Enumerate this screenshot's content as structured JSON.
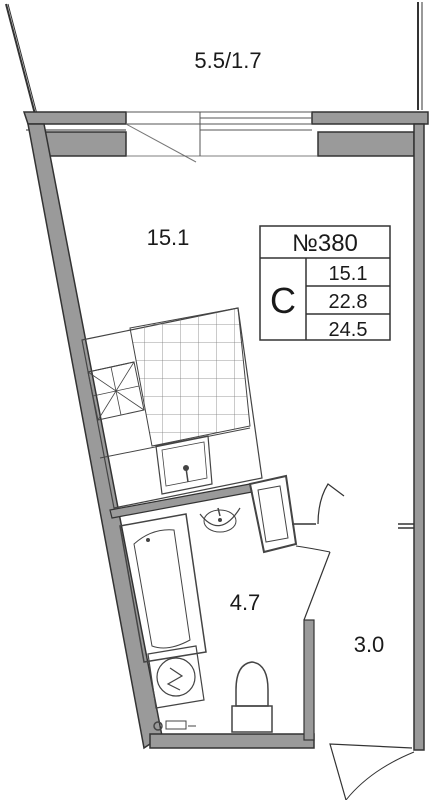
{
  "apartment": {
    "number": "№380",
    "type": "С",
    "areas": {
      "living": "15.1",
      "total": "22.8",
      "total_with_balcony": "24.5"
    }
  },
  "rooms": {
    "balcony": "5.5/1.7",
    "living_room": "15.1",
    "bathroom": "4.7",
    "hallway": "3.0"
  },
  "icons": [
    "window-icon",
    "kitchen-stove-icon",
    "kitchen-counter-icon",
    "kitchen-sink-icon",
    "fridge-icon",
    "washbasin-icon",
    "bathtub-icon",
    "washing-machine-icon",
    "toilet-icon",
    "door-icon"
  ]
}
